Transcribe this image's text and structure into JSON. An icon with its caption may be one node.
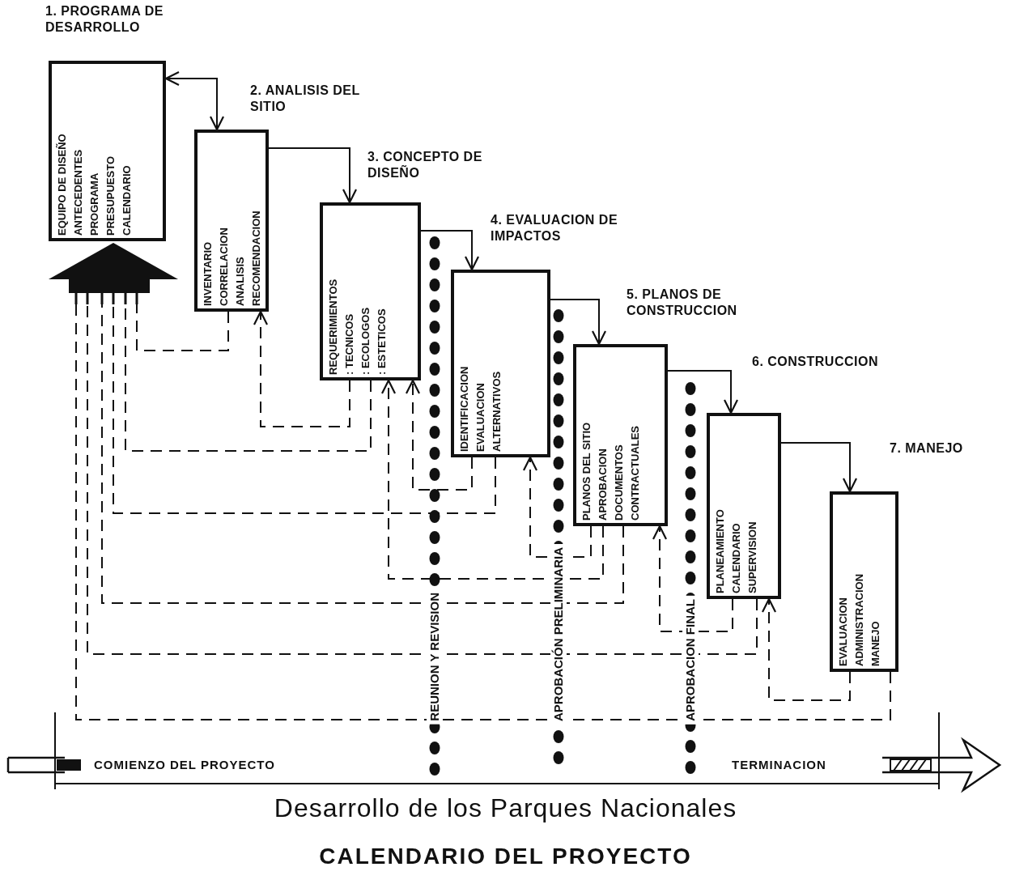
{
  "diagram": {
    "title": "CALENDARIO DEL PROYECTO",
    "caption": "Desarrollo de los Parques Nacionales",
    "nodes": [
      {
        "text": [
          "1. PROGRAMA DE DESARROLLO",
          "EQUIPO DE DISEÑO",
          "ANTECEDENTES",
          "PROGRAMA",
          "PRESUPUESTO",
          "CALENDARIO"
        ]
      },
      {
        "text": [
          "2. ANALISIS DEL SITIO",
          "INVENTARIO",
          "CORRELACION",
          "ANALISIS",
          "RECOMENDACION"
        ]
      },
      {
        "text": [
          "3. CONCEPTO DE DISEÑO",
          "REQUERIMIENTOS",
          ": TECNICOS",
          ": ECOLOGOS",
          ": ESTETICOS"
        ]
      },
      {
        "text": [
          "4. EVALUACION DE IMPACTOS",
          "IDENTIFICACION",
          "EVALUACION",
          "ALTERNATIVOS"
        ]
      },
      {
        "text": [
          "5. PLANOS DE CONSTRUCCION",
          "PLANOS DEL SITIO",
          "APROBACION",
          "DOCUMENTOS CONTRACTUALES"
        ]
      },
      {
        "text": [
          "6. CONSTRUCCION",
          "PLANEAMIENTO",
          "CALENDARIO",
          "SUPERVISION"
        ]
      },
      {
        "text": [
          "7. MANEJO",
          "EVALUACION",
          "ADMINISTRACION",
          "MANEJO"
        ]
      },
      {
        "text": [],
        "shape": "arrow"
      }
    ],
    "edges": [
      {
        "from": 0,
        "to": 1,
        "arrow": "both"
      },
      {
        "from": 1,
        "to": 2,
        "arrow": "to"
      },
      {
        "from": 2,
        "to": 3,
        "arrow": "to"
      },
      {
        "from": 3,
        "to": 4,
        "arrow": "to"
      },
      {
        "from": 4,
        "to": 5,
        "arrow": "to"
      },
      {
        "from": 5,
        "to": 6,
        "arrow": "to"
      },
      {
        "from": 1,
        "to": 7,
        "arrow": "none",
        "style": "dashed"
      },
      {
        "from": 2,
        "to": 7,
        "arrow": "none",
        "style": "dashed"
      },
      {
        "from": 3,
        "to": 7,
        "arrow": "none",
        "style": "dashed"
      },
      {
        "from": 4,
        "to": 7,
        "arrow": "none",
        "style": "dashed"
      },
      {
        "from": 5,
        "to": 7,
        "arrow": "none",
        "style": "dashed"
      },
      {
        "from": 6,
        "to": 7,
        "arrow": "none",
        "style": "dashed"
      },
      {
        "from": 2,
        "to": 1,
        "arrow": "to",
        "style": "dashed"
      },
      {
        "from": 3,
        "to": 2,
        "arrow": "to",
        "style": "dashed"
      },
      {
        "from": 4,
        "to": 2,
        "arrow": "to",
        "style": "dashed"
      },
      {
        "from": 4,
        "to": 3,
        "arrow": "to",
        "style": "dashed"
      },
      {
        "from": 5,
        "to": 4,
        "arrow": "to",
        "style": "dashed"
      },
      {
        "from": 6,
        "to": 5,
        "arrow": "to",
        "style": "dashed"
      }
    ],
    "labels": [
      "REUNION Y REVISION",
      "APROBACIÓN PRELIMINARIA",
      "APROBACION FINAL",
      "COMIENZO DEL PROYECTO",
      "TERMINACION"
    ]
  }
}
